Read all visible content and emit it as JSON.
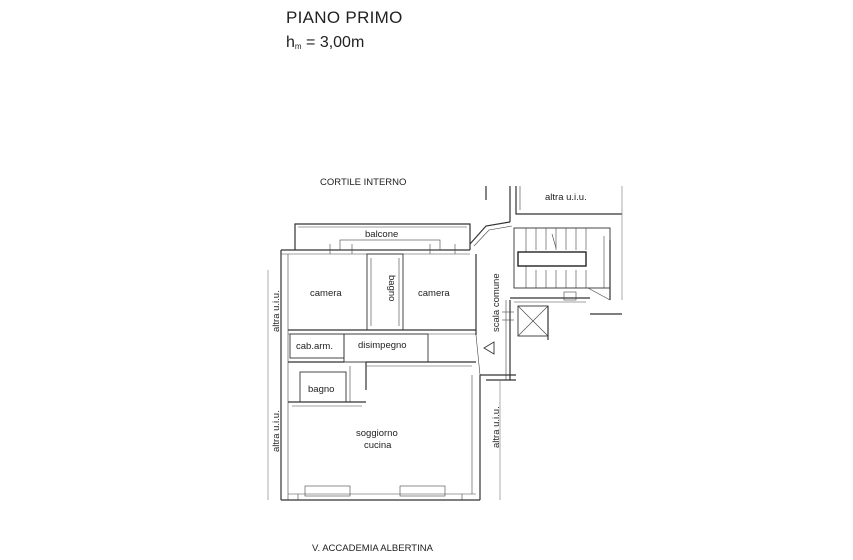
{
  "header": {
    "title": "PIANO PRIMO",
    "height_prefix": "h",
    "height_sub": "m",
    "height_value": " = 3,00m"
  },
  "labels": {
    "courtyard": "CORTILE INTERNO",
    "balcony": "balcone",
    "camera_left": "camera",
    "bathroom_top": "bagno",
    "camera_right": "camera",
    "wardrobe": "cab.arm.",
    "hallway": "disimpegno",
    "bathroom_small": "bagno",
    "living_line1": "soggiorno",
    "living_line2": "cucina",
    "common_stairs": "scala comune",
    "other_unit_top": "altra u.i.u.",
    "other_unit_left_top": "altra u.i.u.",
    "other_unit_left_bottom": "altra u.i.u.",
    "other_unit_right": "altra u.i.u.",
    "street": "V. ACCADEMIA ALBERTINA"
  }
}
